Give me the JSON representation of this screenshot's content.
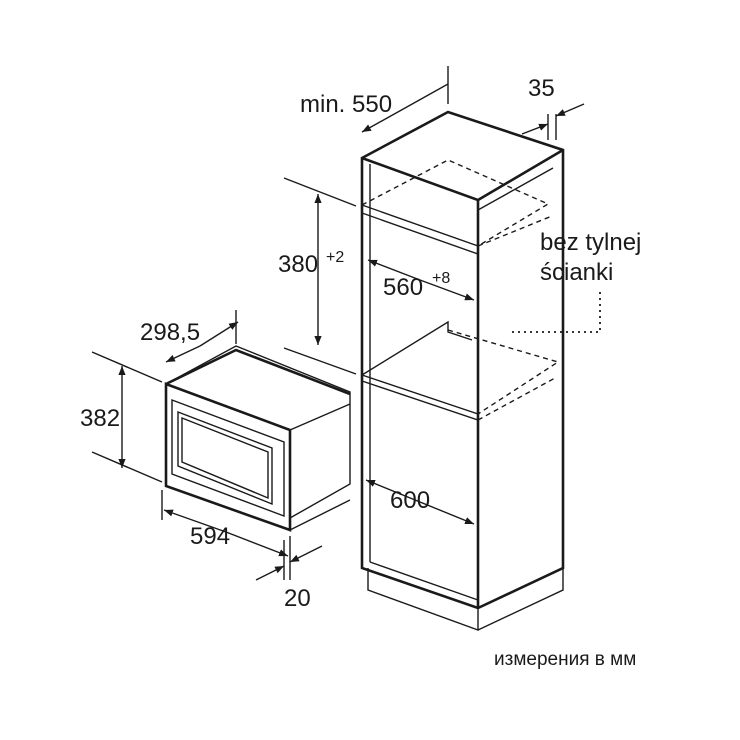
{
  "dimensions": {
    "depth_min": "min. 550",
    "gap_top": "35",
    "niche_height": "380",
    "niche_height_tol": "+2",
    "niche_width": "560",
    "niche_width_tol": "+8",
    "niche_depth": "600",
    "appliance_depth": "298,5",
    "appliance_height": "382",
    "appliance_width": "594",
    "front_overhang": "20"
  },
  "notes": {
    "no_back_panel_line1": "bez tylnej",
    "no_back_panel_line2": "ścianki"
  },
  "footer": {
    "units_note": "измерения в мм"
  }
}
